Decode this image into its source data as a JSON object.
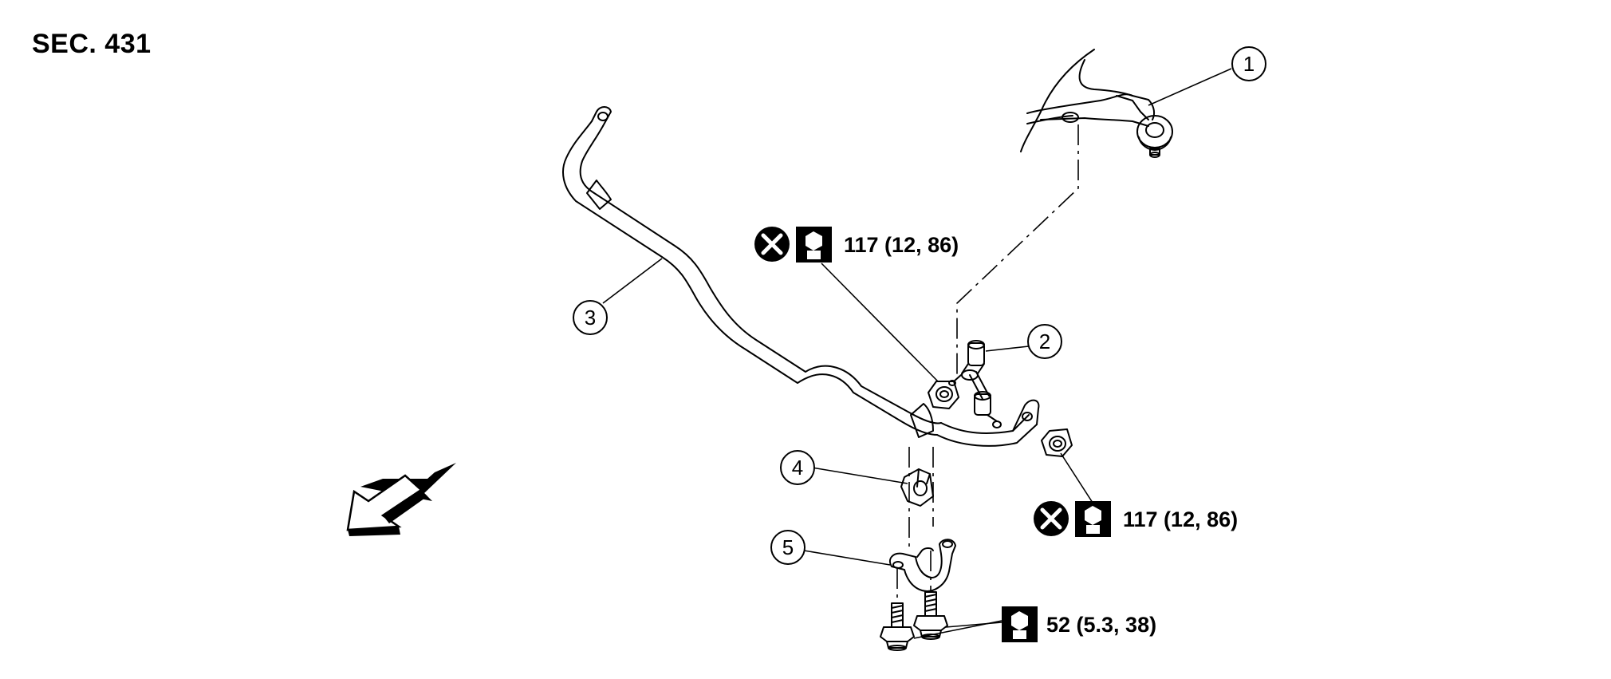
{
  "section": "SEC. 431",
  "callouts": [
    "1",
    "2",
    "3",
    "4",
    "5"
  ],
  "torques": {
    "upper": "117 (12, 86)",
    "lower": "117 (12, 86)",
    "bolts": "52 (5.3, 38)"
  },
  "icons": {
    "replace": "x-circle-icon",
    "torque": "wrench-icon",
    "direction": "front-arrow-icon"
  },
  "colors": {
    "ink": "#000000",
    "paper": "#ffffff"
  }
}
